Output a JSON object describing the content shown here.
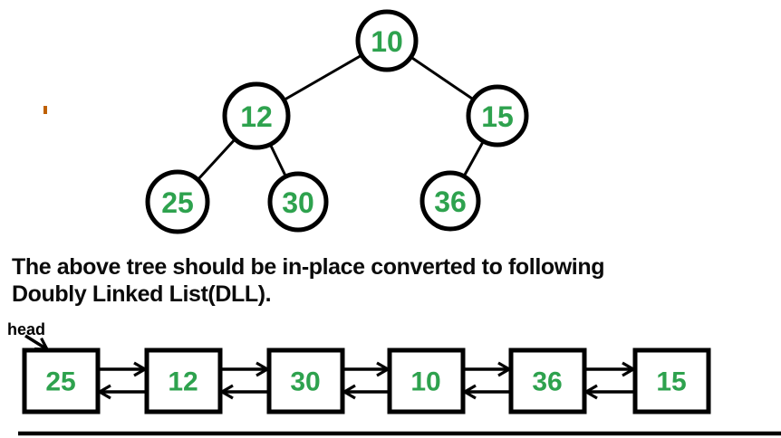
{
  "figure": {
    "caption": {
      "line1": "The above tree should be in-place converted to following",
      "line2": "Doubly Linked List(DLL)."
    },
    "tree": {
      "nodes": [
        {
          "value": "10"
        },
        {
          "value": "12"
        },
        {
          "value": "15"
        },
        {
          "value": "25"
        },
        {
          "value": "30"
        },
        {
          "value": "36"
        }
      ],
      "edges": [
        [
          "10",
          "12"
        ],
        [
          "10",
          "15"
        ],
        [
          "12",
          "25"
        ],
        [
          "12",
          "30"
        ],
        [
          "15",
          "36"
        ]
      ]
    },
    "dll": {
      "head_label": "head",
      "nodes": [
        {
          "value": "25"
        },
        {
          "value": "12"
        },
        {
          "value": "30"
        },
        {
          "value": "10"
        },
        {
          "value": "36"
        },
        {
          "value": "15"
        }
      ]
    },
    "colors": {
      "value_green": "#2ea24e",
      "line_black": "#000000",
      "stray_mark_orange": "#bf6000"
    }
  }
}
